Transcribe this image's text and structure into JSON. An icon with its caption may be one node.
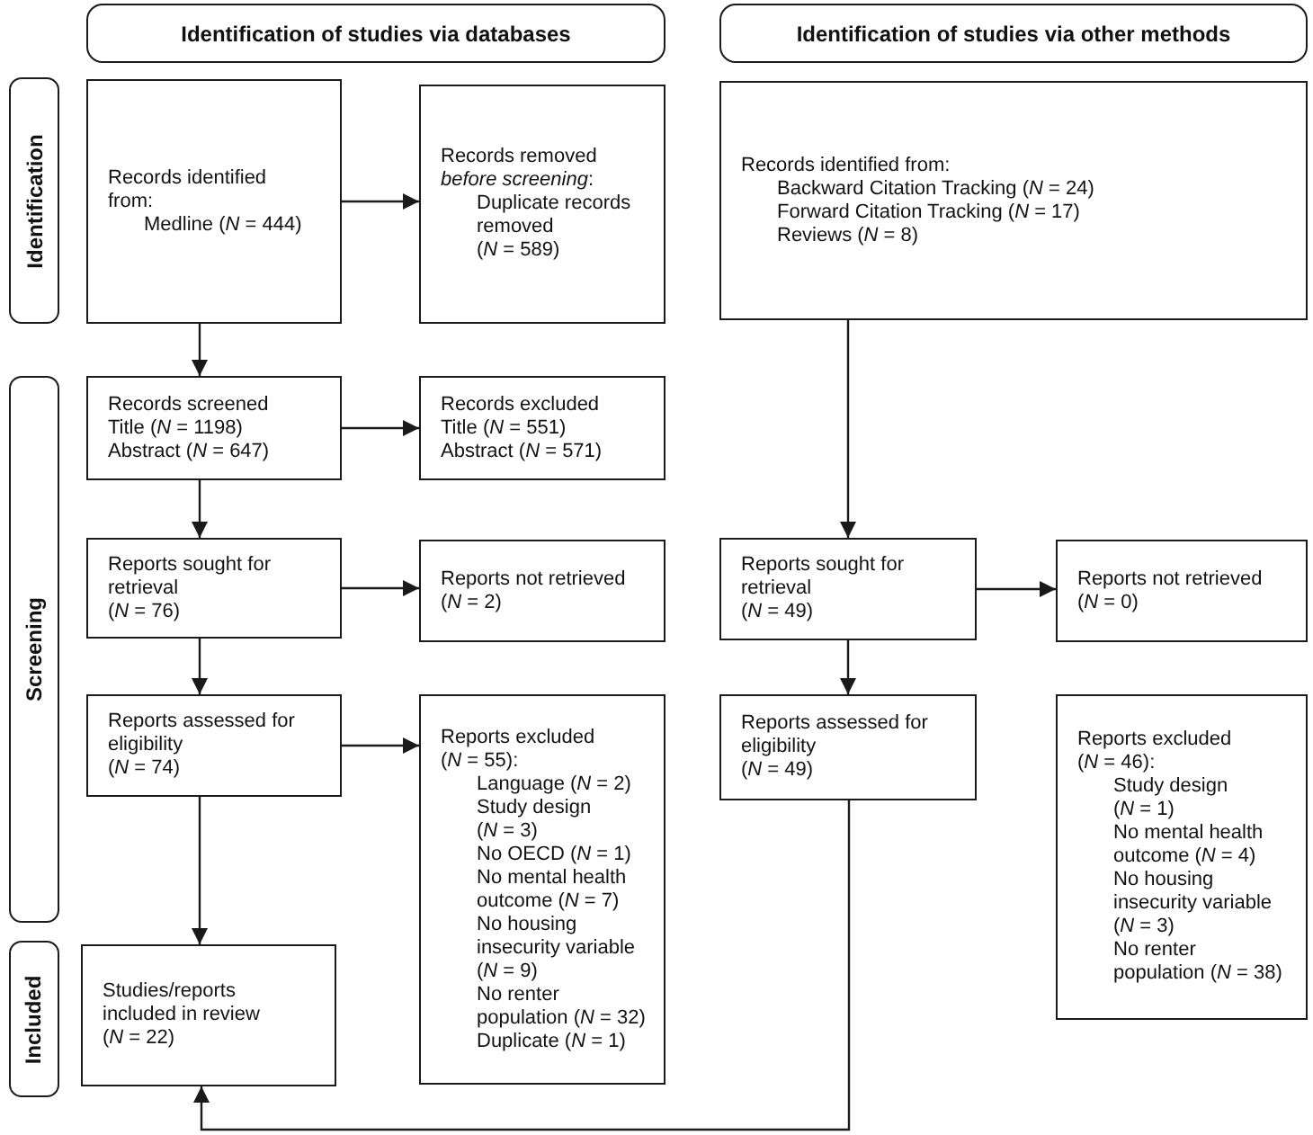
{
  "diagram": {
    "nodes": [
      {
        "text": [
          "Identification of studies via databases"
        ]
      },
      {
        "text": [
          "Identification of studies via other methods"
        ]
      },
      {
        "text": [
          "Identification"
        ]
      },
      {
        "text": [
          "Screening"
        ]
      },
      {
        "text": [
          "Included"
        ]
      },
      {
        "text": [
          "Records identified from:",
          "Medline (*N* = 444)"
        ]
      },
      {
        "text": [
          "Records removed *before screening*:",
          "Duplicate records removed (*N* = 589)"
        ]
      },
      {
        "text": [
          "Records identified from:",
          "Backward Citation Tracking (*N* = 24)",
          "Forward Citation Tracking (*N* = 17)",
          "Reviews (*N* = 8)"
        ]
      },
      {
        "text": [
          "Records screened",
          "Title (*N* = 1198)",
          "Abstract (*N* = 647)"
        ]
      },
      {
        "text": [
          "Records excluded",
          "Title (*N* = 551)",
          "Abstract (*N* = 571)"
        ]
      },
      {
        "text": [
          "Reports sought for retrieval",
          "(*N* = 76)"
        ]
      },
      {
        "text": [
          "Reports not retrieved",
          "(*N* = 2)"
        ]
      },
      {
        "text": [
          "Reports sought for retrieval",
          "(*N* = 49)"
        ]
      },
      {
        "text": [
          "Reports not retrieved",
          "(*N* = 0)"
        ]
      },
      {
        "text": [
          "Reports assessed for eligibility",
          "(*N* = 74)"
        ]
      },
      {
        "text": [
          "Reports excluded (*N* = 55):",
          "Language (*N* = 2)",
          "Study design (*N* = 3)",
          "No OECD (*N* = 1)",
          "No mental health outcome (*N* = 7)",
          "No housing insecurity variable (*N* = 9)",
          "No renter population (*N* = 32)",
          "Duplicate (*N* = 1)"
        ]
      },
      {
        "text": [
          "Reports assessed for eligibility",
          "(*N* = 49)"
        ]
      },
      {
        "text": [
          "Reports excluded (*N* = 46):",
          "Study design (*N* = 1)",
          "No mental health outcome (*N* = 4)",
          "No housing insecurity variable (*N* = 3)",
          "No renter population (*N* = 38)"
        ]
      },
      {
        "text": [
          "Studies/reports included in review",
          "(*N* = 22)"
        ]
      }
    ],
    "edges": [
      {
        "from": 5,
        "to": 6,
        "arrow": "to"
      },
      {
        "from": 5,
        "to": 8,
        "arrow": "to"
      },
      {
        "from": 8,
        "to": 9,
        "arrow": "to"
      },
      {
        "from": 8,
        "to": 10,
        "arrow": "to"
      },
      {
        "from": 10,
        "to": 11,
        "arrow": "to"
      },
      {
        "from": 10,
        "to": 14,
        "arrow": "to"
      },
      {
        "from": 14,
        "to": 15,
        "arrow": "to"
      },
      {
        "from": 14,
        "to": 18,
        "arrow": "to"
      },
      {
        "from": 7,
        "to": 12,
        "arrow": "to"
      },
      {
        "from": 12,
        "to": 13,
        "arrow": "to"
      },
      {
        "from": 12,
        "to": 16,
        "arrow": "to"
      },
      {
        "from": 16,
        "to": 18,
        "arrow": "to"
      }
    ]
  }
}
